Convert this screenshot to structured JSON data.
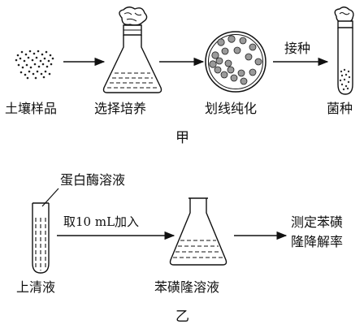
{
  "diagram_a": {
    "caption": "甲",
    "steps": {
      "soil_sample": "土壤样品",
      "selective_culture": "选择培养",
      "streak_purify": "划线纯化",
      "strain": "菌种"
    },
    "arrow_label": "接种"
  },
  "diagram_b": {
    "caption": "乙",
    "reagent": "蛋白酶溶液",
    "tube_label": "上清液",
    "transfer_label": "取10 mL加入",
    "flask_label": "苯磺隆溶液",
    "result_line1": "测定苯磺",
    "result_line2": "隆降解率"
  }
}
